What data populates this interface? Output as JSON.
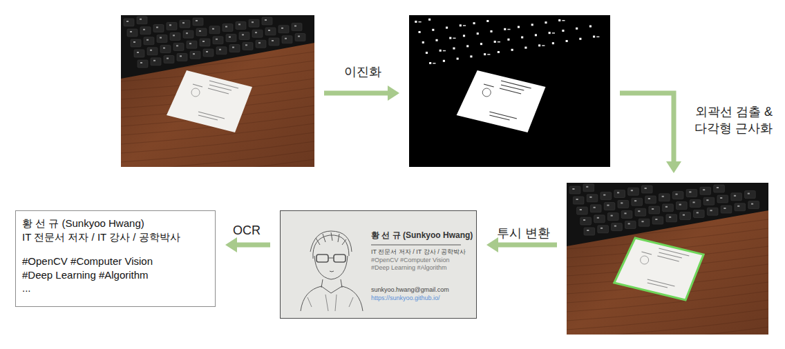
{
  "diagram": {
    "nodes": [
      {
        "text": []
      },
      {
        "text": []
      },
      {
        "text": []
      },
      {
        "text": [
          "황 선 규 (Sunkyoo Hwang)",
          "IT 전문서 저자 / IT 강사 / 공학박사",
          "#OpenCV #Computer Vision",
          "#Deep Learning #Algorithm",
          "sunkyoo.hwang@gmail.com",
          "https://sunkyoo.github.io/"
        ]
      },
      {
        "text": [
          "황 선 규 (Sunkyoo Hwang)",
          "IT 전문서 저자 / IT 강사 / 공학박사",
          "#OpenCV #Computer Vision",
          "#Deep Learning #Algorithm",
          "..."
        ]
      }
    ],
    "edges": [
      {
        "from": 0,
        "to": 1,
        "arrow": "to",
        "label": "이진화"
      },
      {
        "from": 1,
        "to": 2,
        "arrow": "to",
        "label": "외곽선 검출 & 다각형 근사화"
      },
      {
        "from": 2,
        "to": 3,
        "arrow": "to",
        "label": "투시 변환"
      },
      {
        "from": 3,
        "to": 4,
        "arrow": "to",
        "label": "OCR"
      }
    ]
  }
}
